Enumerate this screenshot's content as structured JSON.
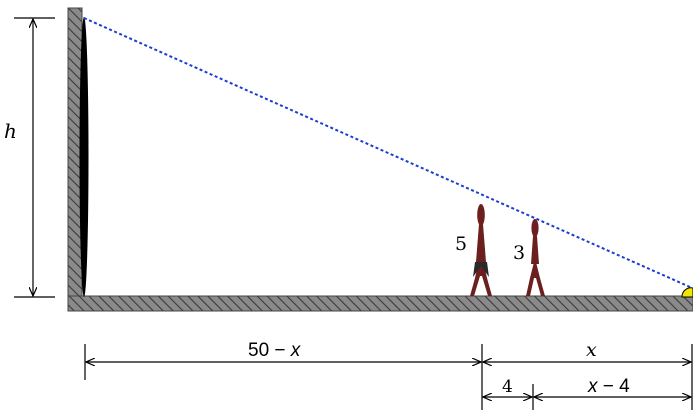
{
  "labels": {
    "h": "h",
    "tall_person": "5",
    "short_person": "3",
    "left_span_num": "50",
    "left_span_op": " − ",
    "left_span_var": "x",
    "right_span": "x",
    "gap": "4",
    "right_sub_var": "x",
    "right_sub_rest": " − 4"
  },
  "colors": {
    "sight_line": "#1a3fd0",
    "person": "#6b1f1f",
    "hatch": "#555555",
    "wall_fill": "#777777",
    "eye": "#f2e600"
  }
}
